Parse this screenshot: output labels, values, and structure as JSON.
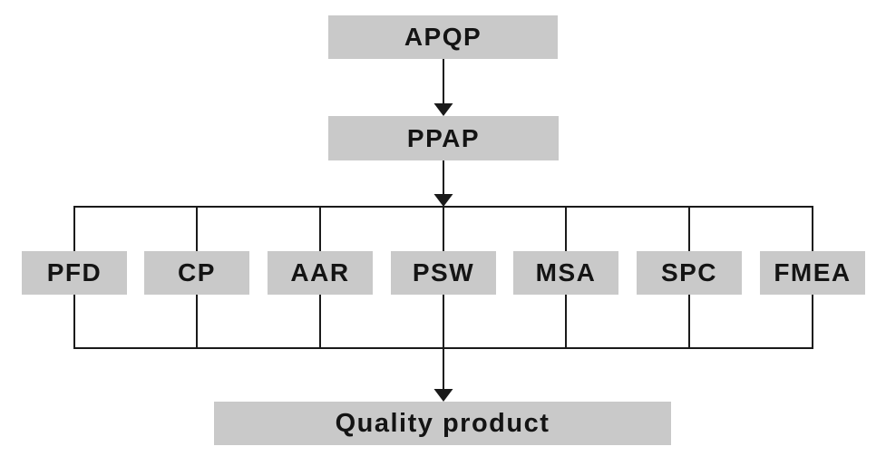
{
  "diagram": {
    "type": "flowchart",
    "root": {
      "label": "APQP"
    },
    "process": {
      "label": "PPAP"
    },
    "elements": [
      {
        "label": "PFD"
      },
      {
        "label": "CP"
      },
      {
        "label": "AAR"
      },
      {
        "label": "PSW"
      },
      {
        "label": "MSA"
      },
      {
        "label": "SPC"
      },
      {
        "label": "FMEA"
      }
    ],
    "result": {
      "label": "Quality product"
    }
  },
  "colors": {
    "box_fill": "#c9c9c9",
    "line": "#1a1a1a",
    "text": "#141414",
    "background": "#ffffff"
  }
}
